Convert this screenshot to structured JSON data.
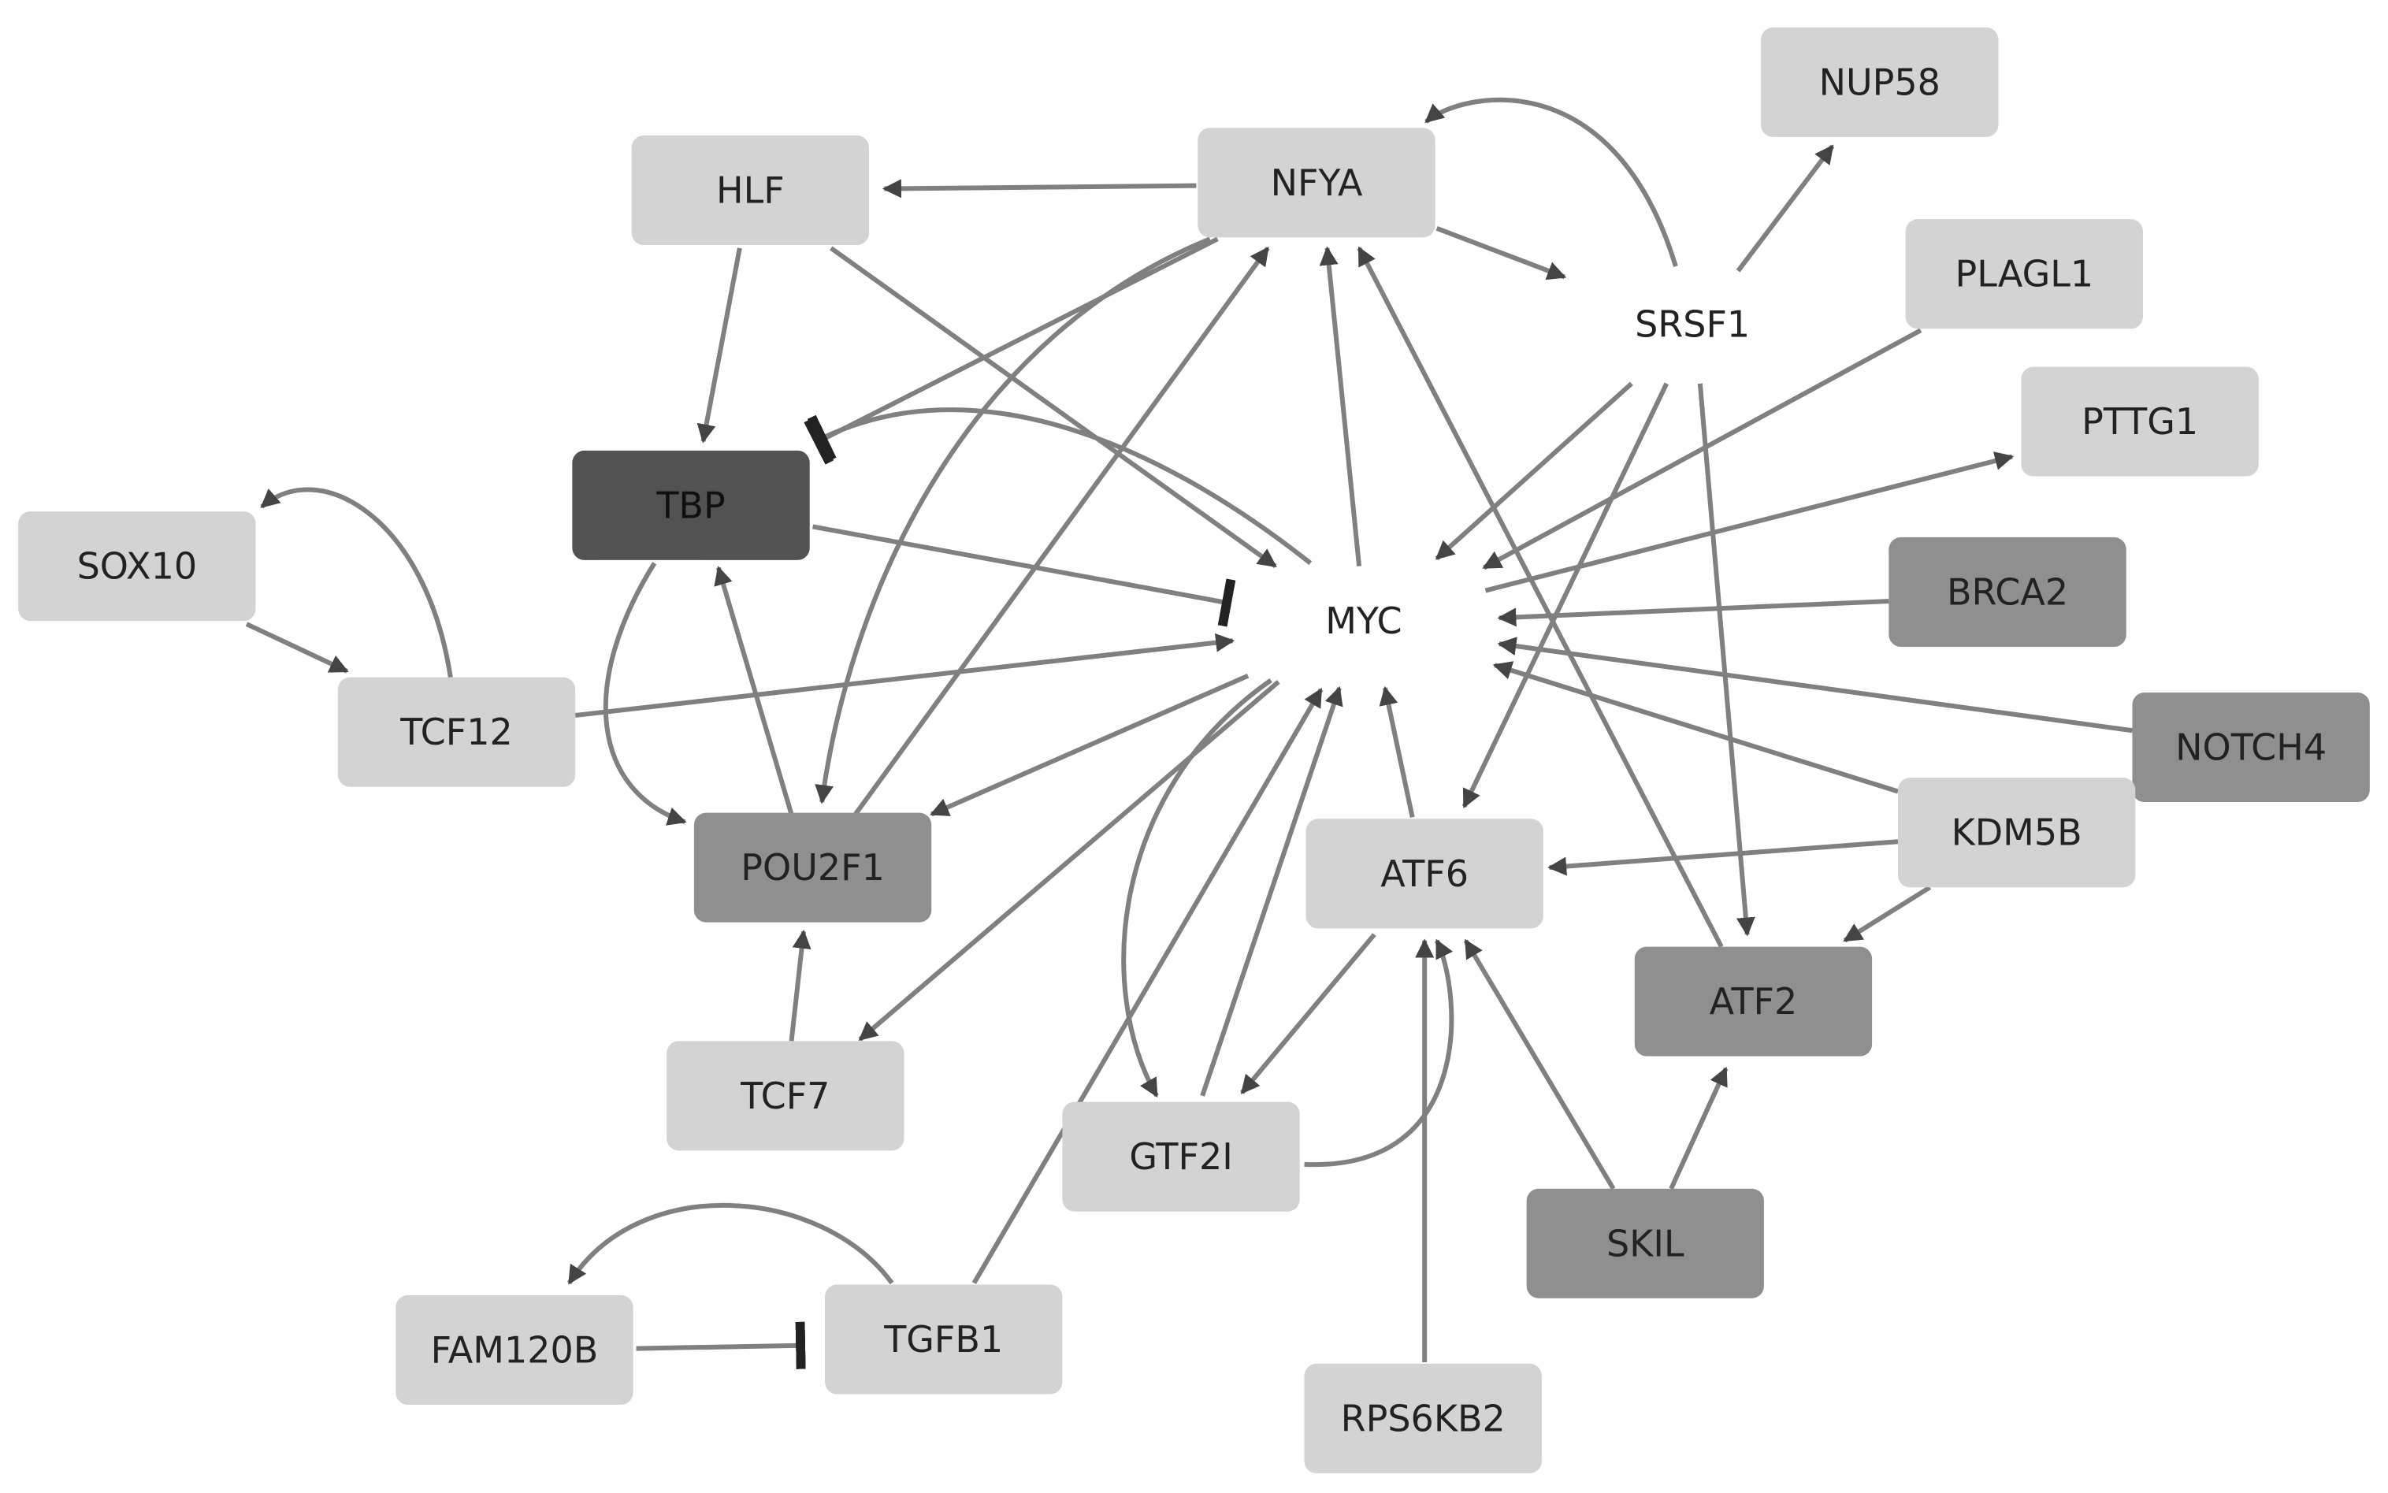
{
  "colors": {
    "light": "#d3d3d3",
    "medium": "#8f8f8f",
    "dark": "#525252",
    "edge": "#808080",
    "text": "#222222",
    "text_on_dark": "#111111"
  },
  "nodes": [
    {
      "id": "NUP58",
      "label": "NUP58",
      "shade": "light"
    },
    {
      "id": "NFYA",
      "label": "NFYA",
      "shade": "light"
    },
    {
      "id": "HLF",
      "label": "HLF",
      "shade": "light"
    },
    {
      "id": "SRSF1",
      "label": "SRSF1",
      "shade": "none"
    },
    {
      "id": "PLAGL1",
      "label": "PLAGL1",
      "shade": "light"
    },
    {
      "id": "PTTG1",
      "label": "PTTG1",
      "shade": "light"
    },
    {
      "id": "TBP",
      "label": "TBP",
      "shade": "dark"
    },
    {
      "id": "SOX10",
      "label": "SOX10",
      "shade": "light"
    },
    {
      "id": "MYC",
      "label": "MYC",
      "shade": "none"
    },
    {
      "id": "BRCA2",
      "label": "BRCA2",
      "shade": "medium"
    },
    {
      "id": "TCF12",
      "label": "TCF12",
      "shade": "light"
    },
    {
      "id": "NOTCH4",
      "label": "NOTCH4",
      "shade": "medium"
    },
    {
      "id": "KDM5B",
      "label": "KDM5B",
      "shade": "light"
    },
    {
      "id": "POU2F1",
      "label": "POU2F1",
      "shade": "medium"
    },
    {
      "id": "ATF6",
      "label": "ATF6",
      "shade": "light"
    },
    {
      "id": "ATF2",
      "label": "ATF2",
      "shade": "medium"
    },
    {
      "id": "TCF7",
      "label": "TCF7",
      "shade": "light"
    },
    {
      "id": "GTF2I",
      "label": "GTF2I",
      "shade": "light"
    },
    {
      "id": "SKIL",
      "label": "SKIL",
      "shade": "medium"
    },
    {
      "id": "FAM120B",
      "label": "FAM120B",
      "shade": "light"
    },
    {
      "id": "TGFB1",
      "label": "TGFB1",
      "shade": "light"
    },
    {
      "id": "RPS6KB2",
      "label": "RPS6KB2",
      "shade": "light"
    }
  ],
  "edges": [
    {
      "from": "NFYA",
      "to": "HLF",
      "type": "activation"
    },
    {
      "from": "NFYA",
      "to": "SRSF1",
      "type": "activation"
    },
    {
      "from": "SRSF1",
      "to": "NFYA",
      "type": "activation"
    },
    {
      "from": "SRSF1",
      "to": "NUP58",
      "type": "activation"
    },
    {
      "from": "SRSF1",
      "to": "MYC",
      "type": "activation"
    },
    {
      "from": "SRSF1",
      "to": "ATF6",
      "type": "activation"
    },
    {
      "from": "SRSF1",
      "to": "ATF2",
      "type": "activation"
    },
    {
      "from": "HLF",
      "to": "TBP",
      "type": "activation"
    },
    {
      "from": "HLF",
      "to": "MYC",
      "type": "activation"
    },
    {
      "from": "NFYA",
      "to": "TBP",
      "type": "inhibition"
    },
    {
      "from": "NFYA",
      "to": "POU2F1",
      "type": "activation"
    },
    {
      "from": "MYC",
      "to": "TBP",
      "type": "inhibition"
    },
    {
      "from": "TBP",
      "to": "MYC",
      "type": "inhibition"
    },
    {
      "from": "TBP",
      "to": "POU2F1",
      "type": "activation"
    },
    {
      "from": "POU2F1",
      "to": "TBP",
      "type": "activation"
    },
    {
      "from": "POU2F1",
      "to": "NFYA",
      "type": "activation"
    },
    {
      "from": "MYC",
      "to": "NFYA",
      "type": "activation"
    },
    {
      "from": "ATF2",
      "to": "NFYA",
      "type": "activation"
    },
    {
      "from": "PLAGL1",
      "to": "MYC",
      "type": "activation"
    },
    {
      "from": "MYC",
      "to": "PTTG1",
      "type": "activation"
    },
    {
      "from": "BRCA2",
      "to": "MYC",
      "type": "activation"
    },
    {
      "from": "NOTCH4",
      "to": "MYC",
      "type": "activation"
    },
    {
      "from": "KDM5B",
      "to": "MYC",
      "type": "activation"
    },
    {
      "from": "KDM5B",
      "to": "ATF6",
      "type": "activation"
    },
    {
      "from": "KDM5B",
      "to": "ATF2",
      "type": "activation"
    },
    {
      "from": "TCF12",
      "to": "MYC",
      "type": "activation"
    },
    {
      "from": "TCF12",
      "to": "SOX10",
      "type": "activation"
    },
    {
      "from": "SOX10",
      "to": "TCF12",
      "type": "activation"
    },
    {
      "from": "MYC",
      "to": "POU2F1",
      "type": "activation"
    },
    {
      "from": "MYC",
      "to": "TCF7",
      "type": "activation"
    },
    {
      "from": "TCF7",
      "to": "POU2F1",
      "type": "activation"
    },
    {
      "from": "MYC",
      "to": "GTF2I",
      "type": "activation"
    },
    {
      "from": "GTF2I",
      "to": "MYC",
      "type": "activation"
    },
    {
      "from": "TGFB1",
      "to": "MYC",
      "type": "activation"
    },
    {
      "from": "ATF6",
      "to": "MYC",
      "type": "activation"
    },
    {
      "from": "ATF6",
      "to": "GTF2I",
      "type": "activation"
    },
    {
      "from": "GTF2I",
      "to": "ATF6",
      "type": "activation"
    },
    {
      "from": "RPS6KB2",
      "to": "ATF6",
      "type": "activation"
    },
    {
      "from": "SKIL",
      "to": "ATF6",
      "type": "activation"
    },
    {
      "from": "SKIL",
      "to": "ATF2",
      "type": "activation"
    },
    {
      "from": "TGFB1",
      "to": "FAM120B",
      "type": "activation"
    },
    {
      "from": "FAM120B",
      "to": "TGFB1",
      "type": "inhibition"
    }
  ]
}
